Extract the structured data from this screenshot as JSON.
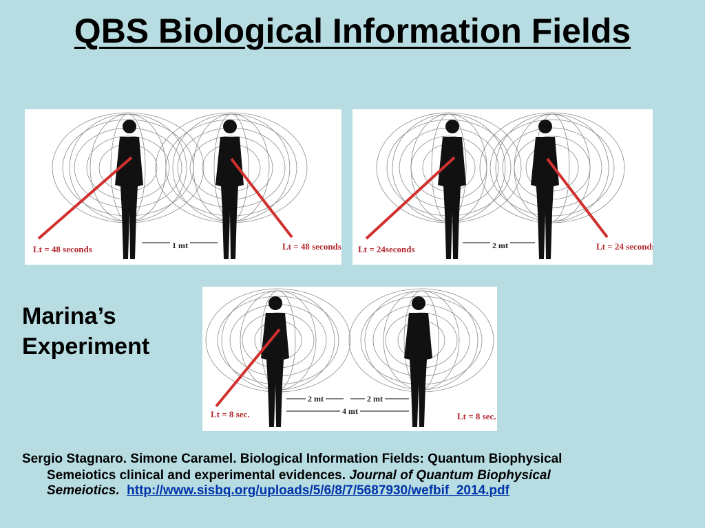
{
  "slide": {
    "title": "QBS Biological Information Fields",
    "side_label_line1": "Marina’s",
    "side_label_line2": "Experiment"
  },
  "panels": [
    {
      "left_label": "Lt = 48 seconds",
      "distance": "1 mt",
      "right_label": "Lt = 48 seconds"
    },
    {
      "left_label": "Lt = 24seconds",
      "distance": "2 mt",
      "right_label": "Lt = 24 seconds"
    },
    {
      "left_label": "Lt = 8  sec.",
      "distance_a": "2 mt",
      "distance_b": "2 mt",
      "distance_total": "4 mt",
      "right_label": "Lt = 8 sec."
    }
  ],
  "reference": {
    "authors": "Sergio Stagnaro. Simone Caramel.  Biological Information Fields: Quantum Biophysical",
    "line2_plain": "Semeiotics clinical and experimental evidences.",
    "journal_a": "Journal of Quantum Biophysical",
    "journal_b": "Semeiotics.",
    "url": "http://www.sisbq.org/uploads/5/6/8/7/5687930/wefbif_2014.pdf"
  },
  "colors": {
    "background": "#b7dde2",
    "arrow": "#d0302e",
    "link": "#0033aa"
  }
}
